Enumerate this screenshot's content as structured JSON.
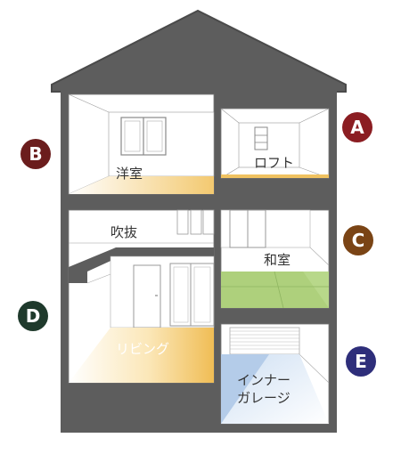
{
  "rooms": {
    "western": "洋室",
    "loft": "ロフト",
    "atrium": "吹抜",
    "japanese": "和室",
    "living": "リビング",
    "garage_line1": "インナー",
    "garage_line2": "ガレージ"
  },
  "markers": [
    {
      "letter": "A",
      "color": "#8b1d22"
    },
    {
      "letter": "B",
      "color": "#6b1d1d"
    },
    {
      "letter": "C",
      "color": "#7a4415"
    },
    {
      "letter": "D",
      "color": "#1f3a2c"
    },
    {
      "letter": "E",
      "color": "#2e2e7a"
    }
  ],
  "colors": {
    "house": "#5d5d5d",
    "roof_edge": "#4a4a4a",
    "wall": "#ffffff",
    "floor_light": "#fff5dc",
    "floor_warm": "#f0c260",
    "tatami": "#b8d88a",
    "garage_floor": "#bcd4ee"
  }
}
